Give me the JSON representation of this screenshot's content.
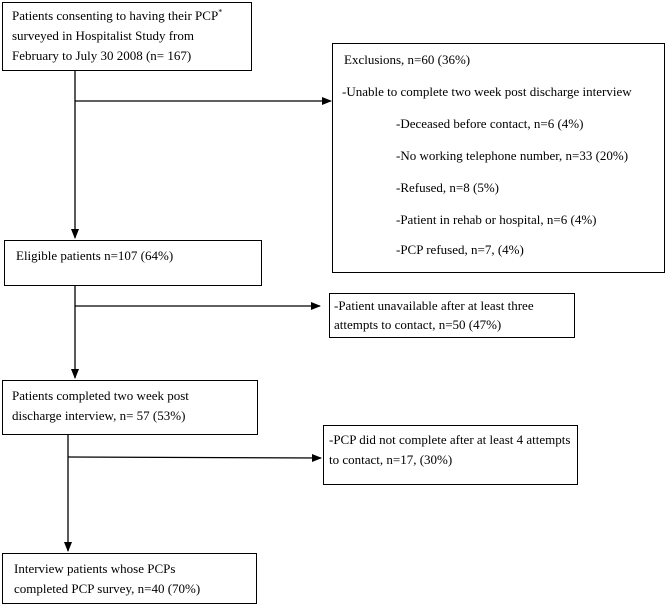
{
  "flowchart": {
    "start_box": {
      "line1": "Patients consenting to having their PCP",
      "line1_sup": "*",
      "line2": "surveyed in Hospitalist Study from",
      "line3": "February to July 30 2008 (n= 167)"
    },
    "exclusions_box": {
      "title": "Exclusions, n=60 (36%)",
      "subtitle": "-Unable to complete two week post discharge interview",
      "items": [
        "-Deceased before contact, n=6 (4%)",
        "-No working telephone number, n=33 (20%)",
        "-Refused, n=8 (5%)",
        "-Patient in rehab or hospital, n=6 (4%)",
        "-PCP refused, n=7, (4%)"
      ]
    },
    "eligible_box": {
      "line1": "Eligible patients n=107 (64%)"
    },
    "unavailable_box": {
      "line1": "-Patient unavailable after at least three",
      "line2": "attempts to contact, n=50 (47%)"
    },
    "completed_box": {
      "line1": "Patients completed two week post",
      "line2": "discharge interview, n= 57 (53%)"
    },
    "pcp_incomplete_box": {
      "line1": "-PCP did not complete after at least 4 attempts",
      "line2": "to contact, n=17, (30%)"
    },
    "final_box": {
      "line1": "Interview patients whose PCPs",
      "line2": "completed PCP survey, n=40 (70%)"
    }
  }
}
